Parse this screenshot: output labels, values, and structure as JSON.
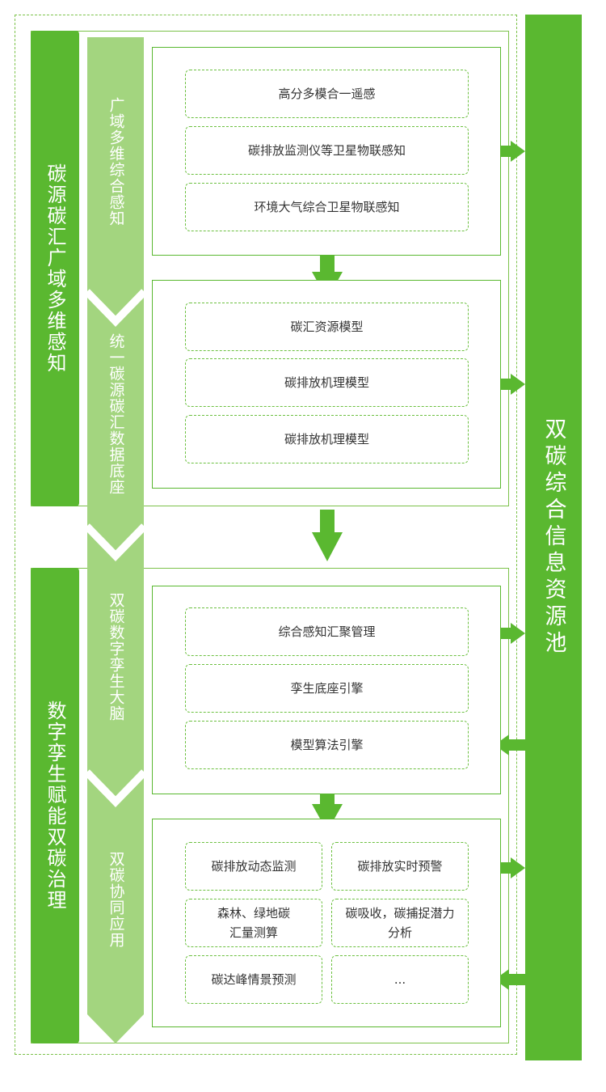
{
  "left_groups": [
    {
      "label": "碳源碳汇广域多维感知"
    },
    {
      "label": "数字孪生赋能双碳治理"
    }
  ],
  "stages": [
    {
      "label": "广域多维综合感知"
    },
    {
      "label": "统一碳源碳汇数据底座"
    },
    {
      "label": "双碳数字孪生大脑"
    },
    {
      "label": "双碳协同应用"
    }
  ],
  "sections": [
    {
      "items": [
        "高分多模合一遥感",
        "碳排放监测仪等卫星物联感知",
        "环境大气综合卫星物联感知"
      ]
    },
    {
      "items": [
        "碳汇资源模型",
        "碳排放机理模型",
        "碳排放机理模型"
      ]
    },
    {
      "items": [
        "综合感知汇聚管理",
        "孪生底座引擎",
        "模型算法引擎"
      ]
    },
    {
      "items": [
        "碳排放动态监测",
        "碳排放实时预警",
        "森林、绿地碳\n汇量测算",
        "碳吸收，碳捕捉潜力\n分析",
        "碳达峰情景预测",
        "..."
      ]
    }
  ],
  "right_pool": {
    "label": "双碳综合信息资源池"
  },
  "colors": {
    "accent": "#5ab830",
    "stage_chevron": "#a3d57f",
    "border": "#7cc24a"
  }
}
